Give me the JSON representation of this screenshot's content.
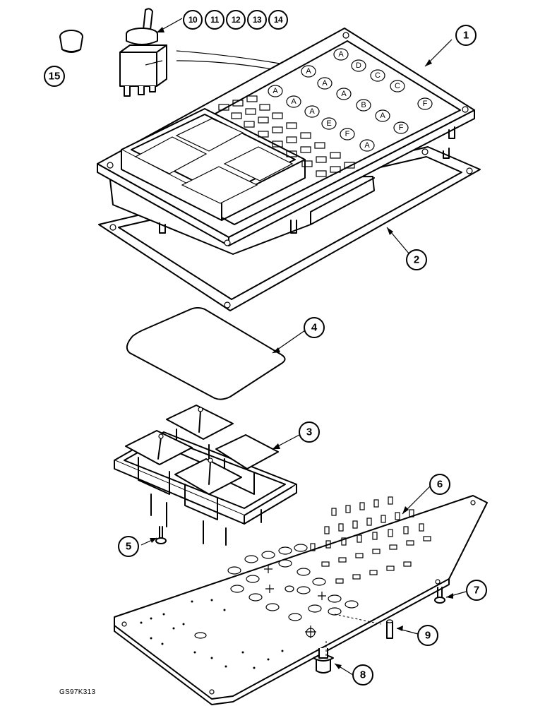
{
  "diagram": {
    "reference_code": "GS97K313",
    "callouts": {
      "c1": "1",
      "c2": "2",
      "c3": "3",
      "c4": "4",
      "c5": "5",
      "c6": "6",
      "c7": "7",
      "c8": "8",
      "c9": "9",
      "c10": "10",
      "c11": "11",
      "c12": "12",
      "c13": "13",
      "c14": "14",
      "c15": "15"
    },
    "switch_position_labels": [
      "A",
      "D",
      "C",
      "C",
      "A",
      "A",
      "A",
      "B",
      "A",
      "F",
      "A",
      "A",
      "A",
      "E",
      "F",
      "F",
      "A"
    ]
  }
}
